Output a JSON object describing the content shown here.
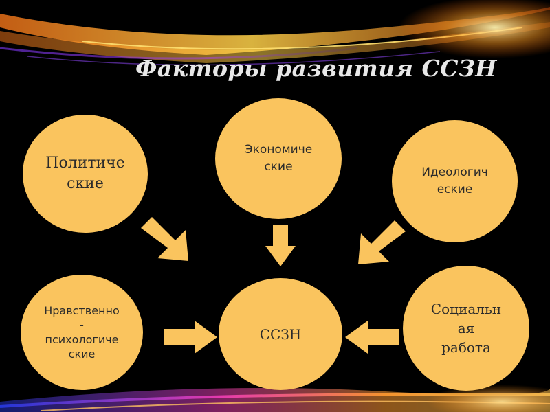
{
  "slide": {
    "title": "Факторы развития ССЗН"
  },
  "diagram": {
    "center": {
      "label": "ССЗН"
    },
    "factors": [
      {
        "id": "political",
        "label": "Политиче\nские"
      },
      {
        "id": "economic",
        "label": "Экономиче\nские"
      },
      {
        "id": "ideological",
        "label": "Идеологич\nеские"
      },
      {
        "id": "moral",
        "label": "Нравственно\n-\nпсихологиче\nские"
      },
      {
        "id": "social",
        "label": "Социальн\nая\nработа"
      }
    ]
  },
  "colors": {
    "circle_fill": "#fac45e",
    "arrow_fill": "#fac45e",
    "background": "#000000",
    "title_text": "#e8e8e8"
  }
}
